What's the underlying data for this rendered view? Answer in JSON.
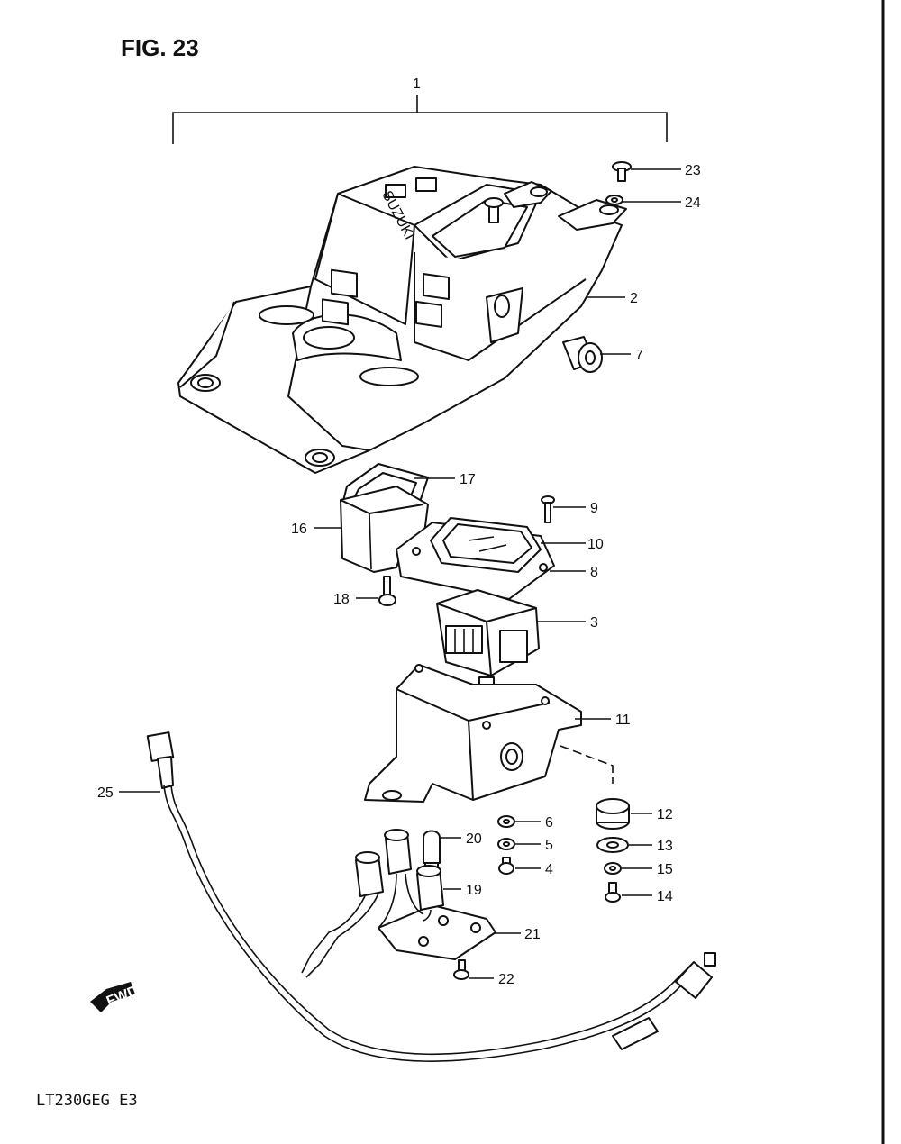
{
  "figure": {
    "title": "FIG. 23",
    "model_code": "LT230GEG E3"
  },
  "colors": {
    "line": "#111111",
    "background": "#ffffff"
  },
  "parts": [
    {
      "id": "p1",
      "label": "1"
    },
    {
      "id": "p2",
      "label": "2"
    },
    {
      "id": "p3",
      "label": "3"
    },
    {
      "id": "p4",
      "label": "4"
    },
    {
      "id": "p5",
      "label": "5"
    },
    {
      "id": "p6",
      "label": "6"
    },
    {
      "id": "p7",
      "label": "7"
    },
    {
      "id": "p8",
      "label": "8"
    },
    {
      "id": "p9",
      "label": "9"
    },
    {
      "id": "p10",
      "label": "10"
    },
    {
      "id": "p11",
      "label": "11"
    },
    {
      "id": "p12",
      "label": "12"
    },
    {
      "id": "p13",
      "label": "13"
    },
    {
      "id": "p14",
      "label": "14"
    },
    {
      "id": "p15",
      "label": "15"
    },
    {
      "id": "p16",
      "label": "16"
    },
    {
      "id": "p17",
      "label": "17"
    },
    {
      "id": "p18",
      "label": "18"
    },
    {
      "id": "p19",
      "label": "19"
    },
    {
      "id": "p20",
      "label": "20"
    },
    {
      "id": "p21",
      "label": "21"
    },
    {
      "id": "p22",
      "label": "22"
    },
    {
      "id": "p23",
      "label": "23"
    },
    {
      "id": "p24",
      "label": "24"
    },
    {
      "id": "p25",
      "label": "25"
    }
  ],
  "cover_branding": {
    "brand": "SUZUKI"
  },
  "forward_arrow": {
    "text": "FWD"
  }
}
